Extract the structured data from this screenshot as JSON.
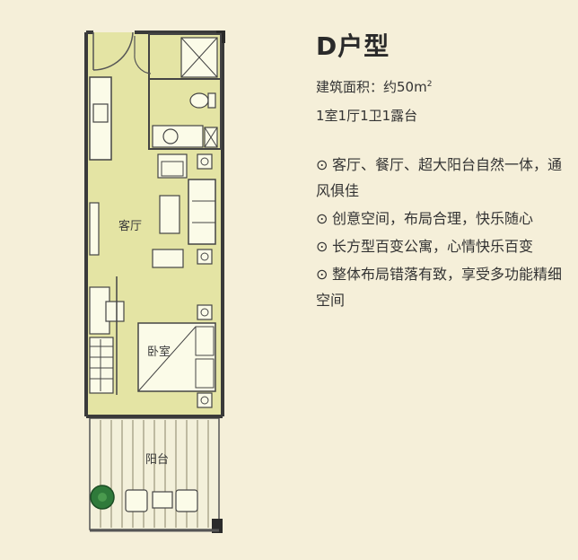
{
  "header": {
    "title": "D户型",
    "area_label": "建筑面积：约50m",
    "area_sup": "2",
    "layout": "1室1厅1卫1露台"
  },
  "features": [
    {
      "mark": "⊙",
      "text": "客厅、餐厅、超大阳台自然一体，通风俱佳"
    },
    {
      "mark": "⊙",
      "text": "创意空间，布局合理，快乐随心"
    },
    {
      "mark": "⊙",
      "text": "长方型百变公寓，心情快乐百变"
    },
    {
      "mark": "⊙",
      "text": "整体布局错落有致，享受多功能精细空间"
    }
  ],
  "rooms": {
    "living": "客厅",
    "bedroom": "卧室",
    "balcony": "阳台"
  },
  "colors": {
    "background": "#f5efd9",
    "floor": "#e4e4a4",
    "wall": "#3a3a3a",
    "furniture": "#fbfbe8",
    "deck": "#f3f0da",
    "plant": "#2f7a3a"
  }
}
